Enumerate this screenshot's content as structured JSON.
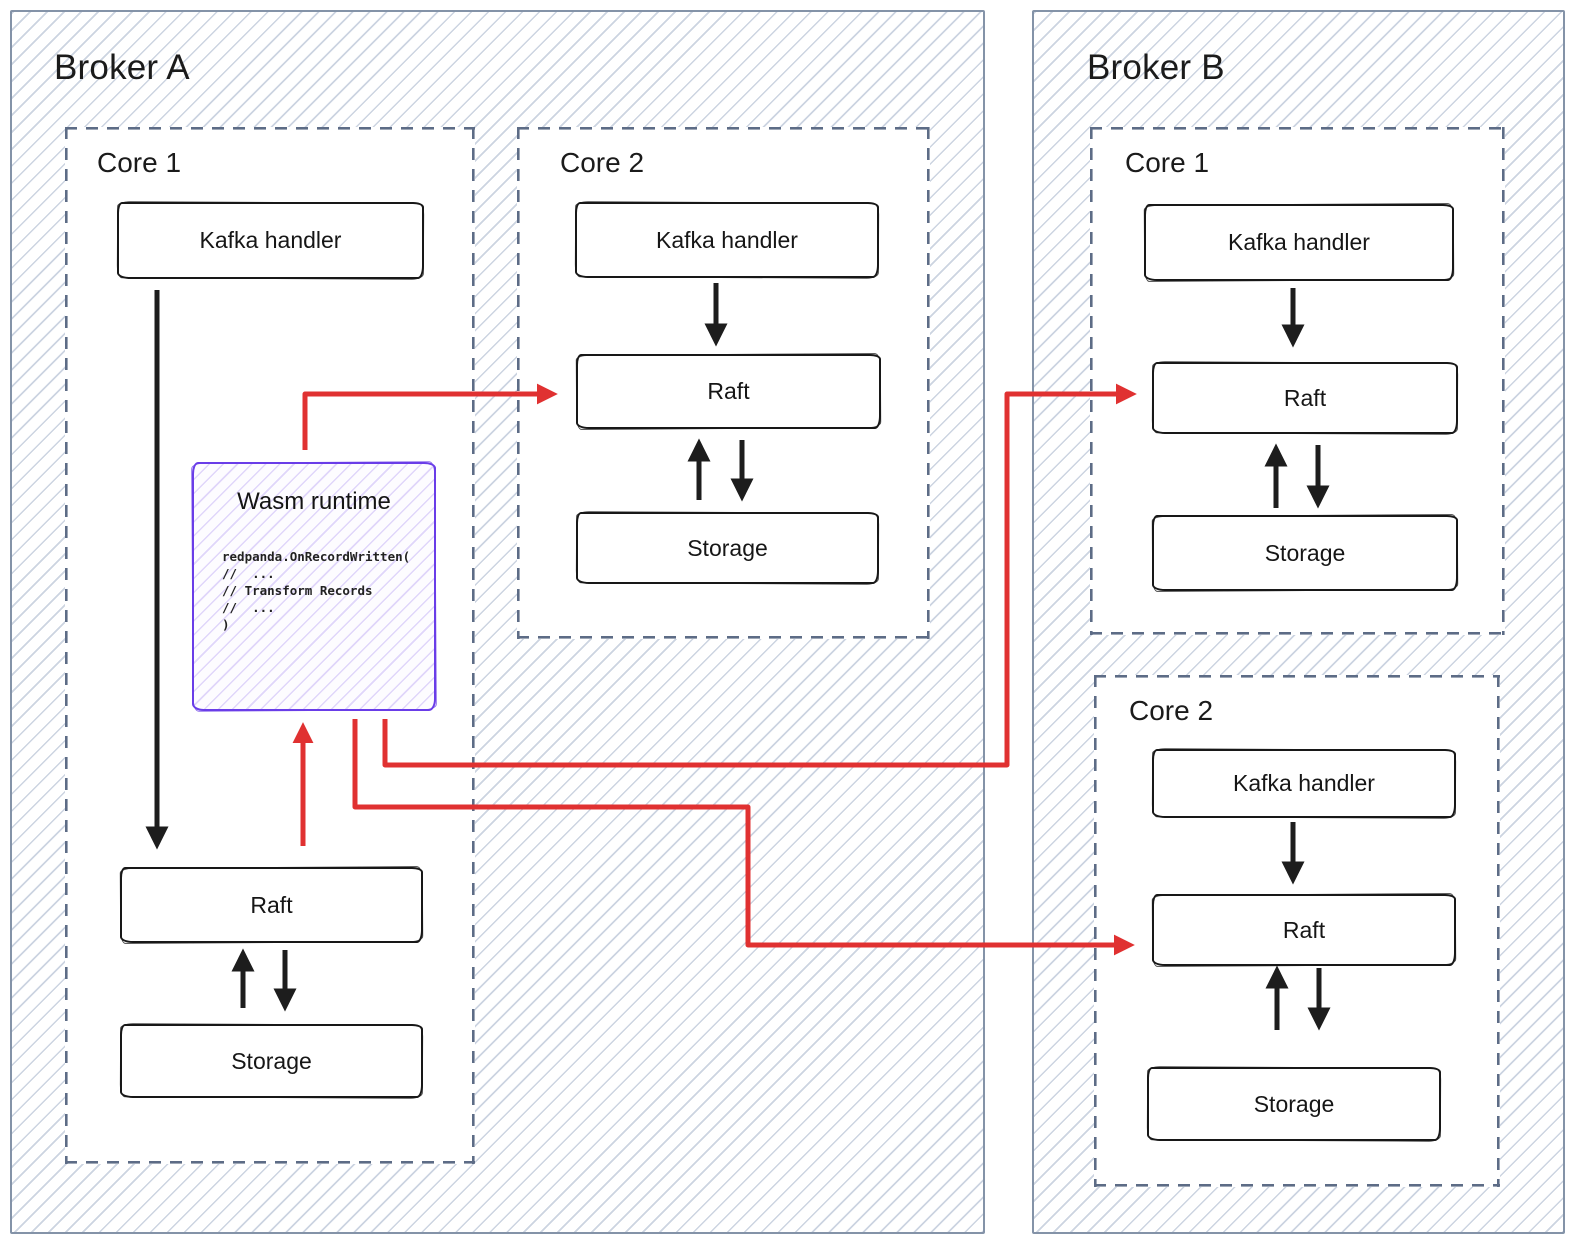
{
  "colors": {
    "red_arrow": "#e03131",
    "black_arrow": "#1d1d1d",
    "wasm_purple": "#6a3de8",
    "broker_border": "#8493a8",
    "core_dash_border": "#5d6c86",
    "hatch_line": "#ccd4e1"
  },
  "brokers": [
    {
      "title": "Broker A",
      "cores": [
        {
          "title": "Core 1",
          "nodes": [
            {
              "label": "Kafka handler"
            },
            {
              "label": "Raft"
            },
            {
              "label": "Storage"
            }
          ],
          "wasm": {
            "title": "Wasm runtime",
            "code_lines": [
              "redpanda.OnRecordWritten(",
              "//  ...",
              "// Transform Records",
              "//  ...",
              ")"
            ]
          }
        },
        {
          "title": "Core 2",
          "nodes": [
            {
              "label": "Kafka handler"
            },
            {
              "label": "Raft"
            },
            {
              "label": "Storage"
            }
          ]
        }
      ]
    },
    {
      "title": "Broker B",
      "cores": [
        {
          "title": "Core 1",
          "nodes": [
            {
              "label": "Kafka handler"
            },
            {
              "label": "Raft"
            },
            {
              "label": "Storage"
            }
          ]
        },
        {
          "title": "Core 2",
          "nodes": [
            {
              "label": "Kafka handler"
            },
            {
              "label": "Raft"
            },
            {
              "label": "Storage"
            }
          ]
        }
      ]
    }
  ]
}
